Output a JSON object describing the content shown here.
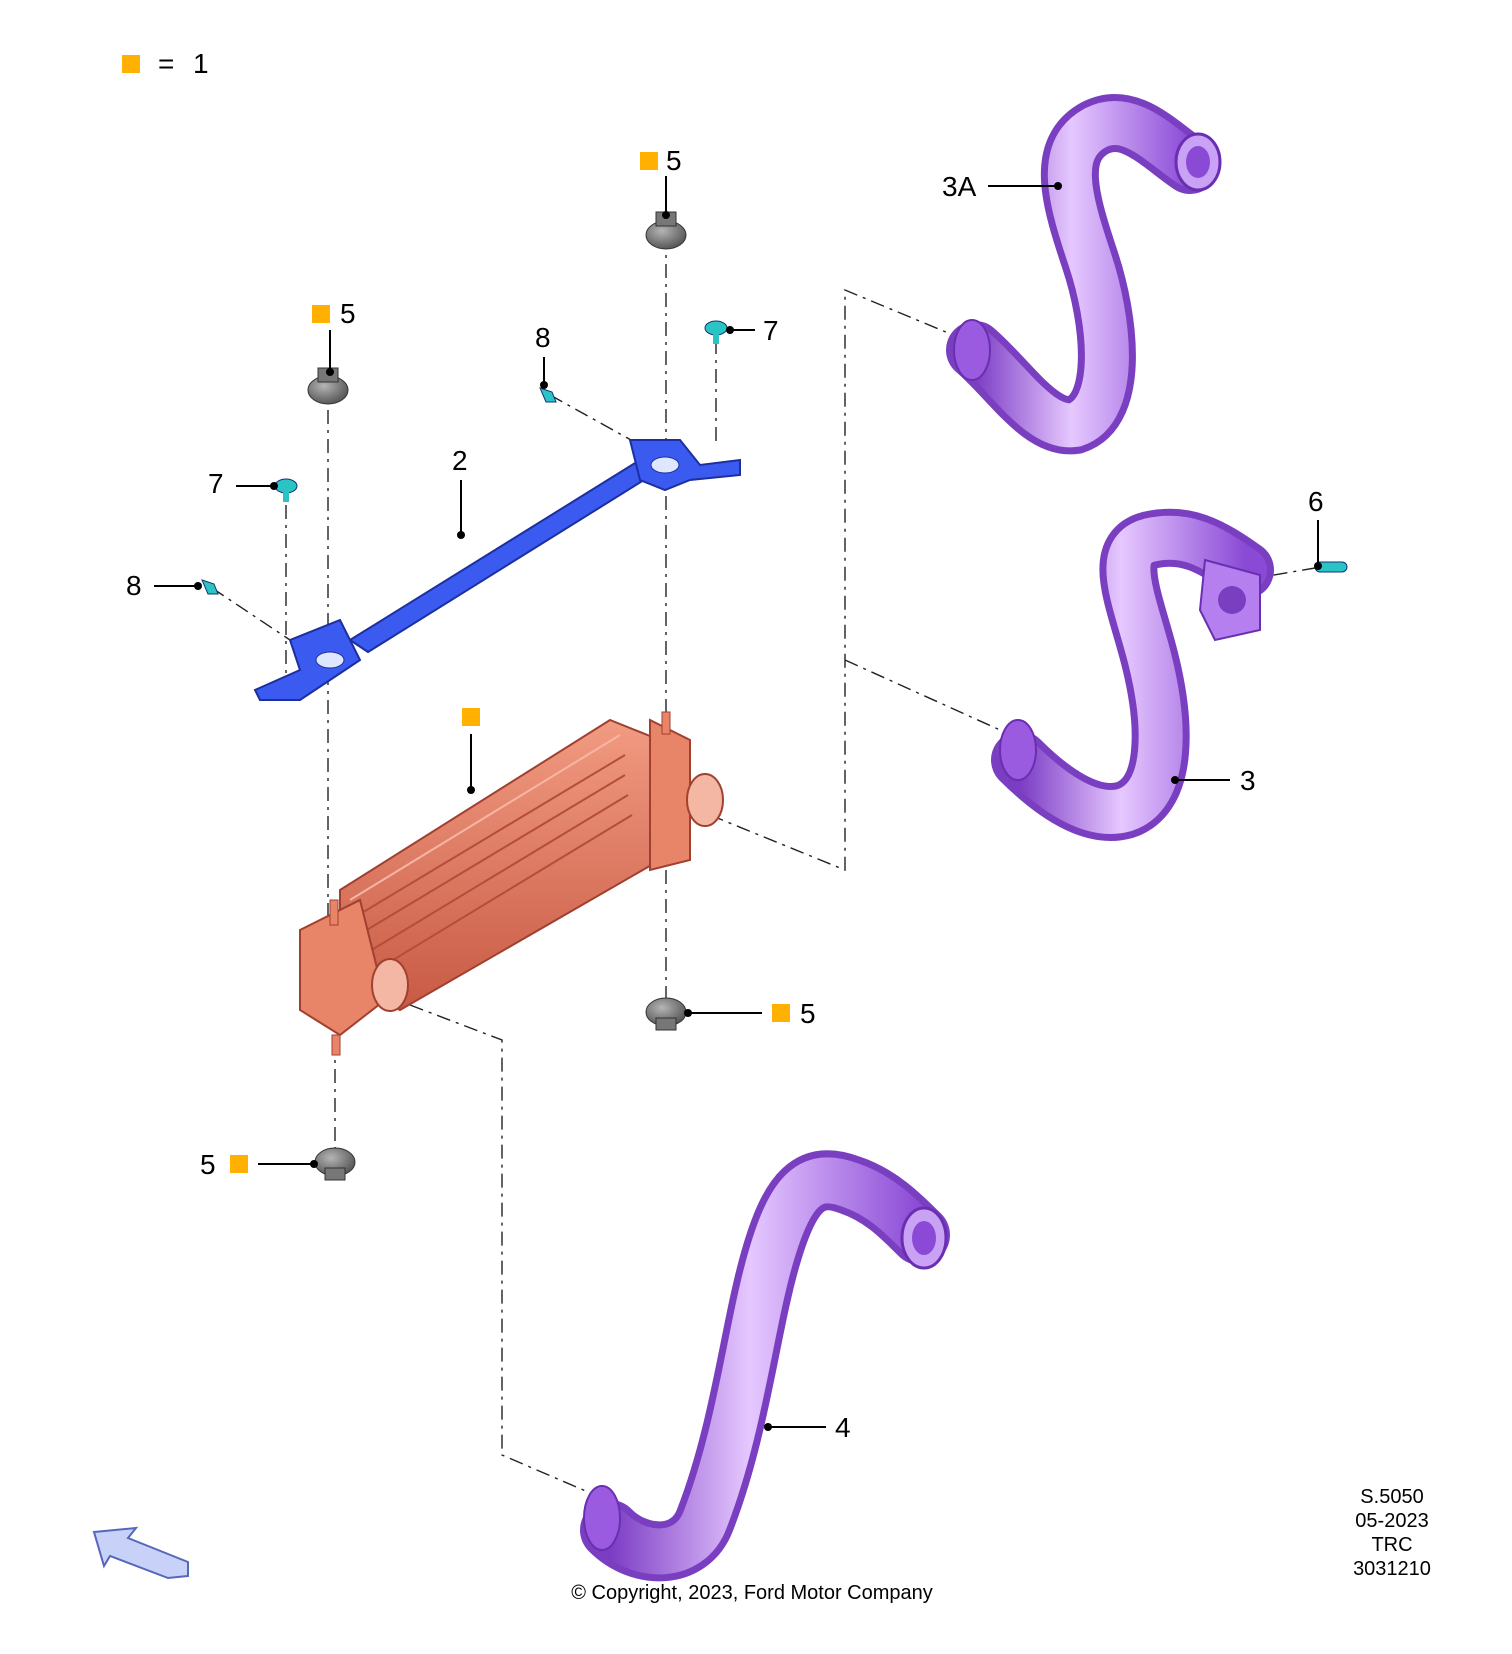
{
  "legend": {
    "equals": "=",
    "value": "1",
    "square_color": "#ffb000"
  },
  "callouts": {
    "c3a": "3A",
    "c2": "2",
    "c3": "3",
    "c4": "4",
    "c5_top": "5",
    "c5_left": "5",
    "c5_right": "5",
    "c5_bottom": "5",
    "c6": "6",
    "c7_left": "7",
    "c7_right": "7",
    "c8_left": "8",
    "c8_right": "8"
  },
  "info_block": {
    "line1": "S.5050",
    "line2": "05-2023",
    "line3": "TRC",
    "line4": "3031210"
  },
  "copyright": "© Copyright, 2023, Ford Motor Company",
  "colors": {
    "hose": "#a66ee6",
    "hose_dark": "#7a3fc0",
    "bracket": "#3b5bf0",
    "intercooler": "#e2705a",
    "mount": "#6a6a6a",
    "fastener": "#2bc4c4",
    "arrow": "#aab8f0"
  }
}
